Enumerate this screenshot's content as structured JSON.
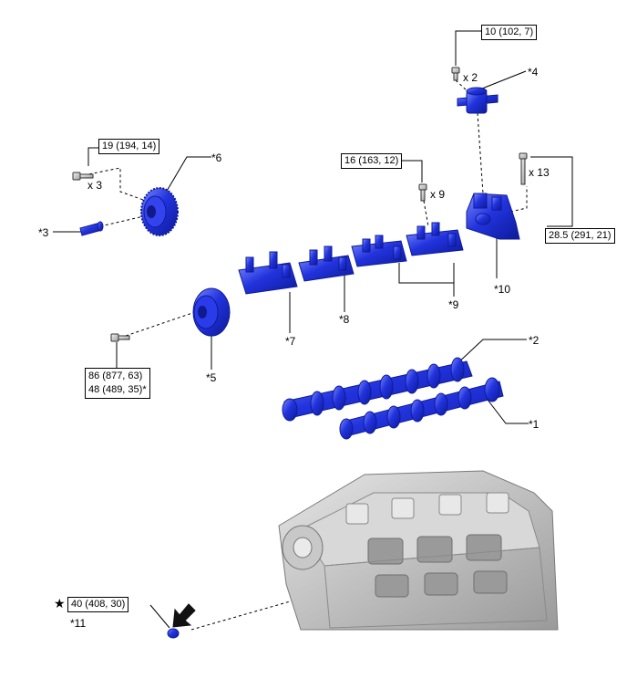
{
  "torque_specs": {
    "bolt_camshaft_housing_upper": "10 (102, 7)",
    "bolt_gear_upper": "19 (194, 14)",
    "bolt_bearing_caps": "16 (163, 12)",
    "bolt_housing_side": "28.5 (291, 21)",
    "bolt_sprocket_1": "86 (877, 63)",
    "bolt_sprocket_2": "48 (489, 35)*",
    "plug_lower": "40 (408, 30)"
  },
  "quantities": {
    "q_x2": "x 2",
    "q_x3": "x 3",
    "q_x9": "x 9",
    "q_x13": "x 13"
  },
  "callouts": {
    "c1": "*1",
    "c2": "*2",
    "c3": "*3",
    "c4": "*4",
    "c5": "*5",
    "c6": "*6",
    "c7": "*7",
    "c8": "*8",
    "c9": "*9",
    "c10": "*10",
    "c11": "*11"
  },
  "symbols": {
    "star": "★"
  },
  "colors": {
    "part_blue": "#2233dd",
    "part_blue_dark": "#0d1a99",
    "part_blue_light": "#6b7cff",
    "bolt_gray": "#cfcfcf",
    "engine_gray": "#b9b9b9",
    "line": "#000000"
  },
  "icons": [
    "arrow-icon",
    "star-icon",
    "bolt-icon"
  ]
}
